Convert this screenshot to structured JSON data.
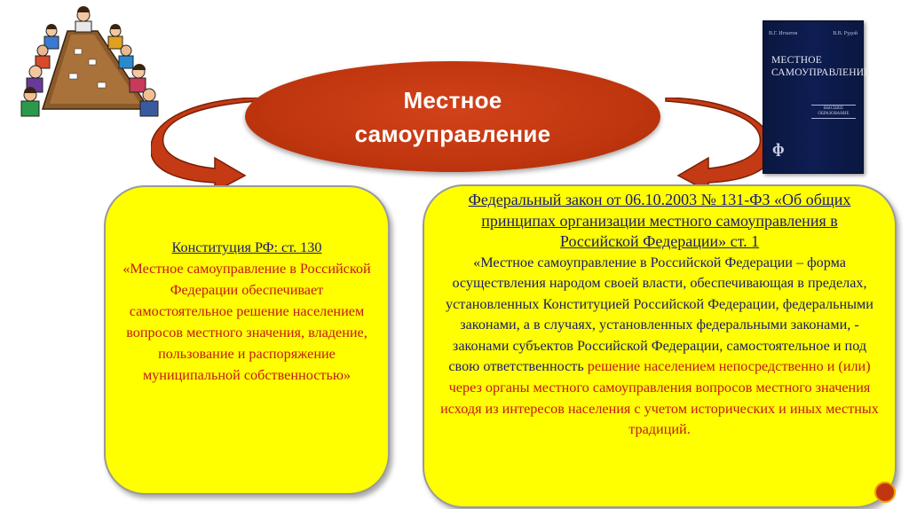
{
  "ellipse": {
    "line1": "Местное",
    "line2": "самоуправление"
  },
  "left_box": {
    "title": "Конституция РФ: ст. 130",
    "body": "«Местное самоуправление в Российской Федерации обеспечивает самостоятельное решение населением вопросов местного значения, владение, пользование и распоряжение муниципальной собственностью»"
  },
  "right_box": {
    "law_title": "Федеральный закон от 06.10.2003 № 131-ФЗ «Об общих принципах организации местного самоуправления в Российской Федерации» ст. 1",
    "body_blue": "«Местное самоуправление в Российской Федерации – форма осуществления народом своей власти, обеспечивающая в пределах, установленных Конституцией Российской Федерации, федеральными законами, а в случаях, установленных федеральными законами, - законами субъектов Российской Федерации, самостоятельное и под свою ответственность",
    "body_red": "решение населением непосредственно и (или) через органы местного самоуправления вопросов местного значения исходя из интересов населения с учетом исторических и иных местных традиций."
  },
  "book": {
    "author1": "В.Г. Игнатов",
    "author2": "В.В. Рудой",
    "title": "МЕСТНОЕ САМОУПРАВЛЕНИЕ",
    "series": "ВЫСШЕЕ ОБРАЗОВАНИЕ",
    "logo": "ф"
  },
  "colors": {
    "ellipse": "#c0360f",
    "box_fill": "#ffff00",
    "text_blue": "#1a1a70",
    "text_red": "#c41818",
    "book": "#0e1d52"
  },
  "icons": [
    "meeting-clipart-icon",
    "book-cover-image",
    "curved-arrow-left-icon",
    "curved-arrow-right-icon"
  ]
}
